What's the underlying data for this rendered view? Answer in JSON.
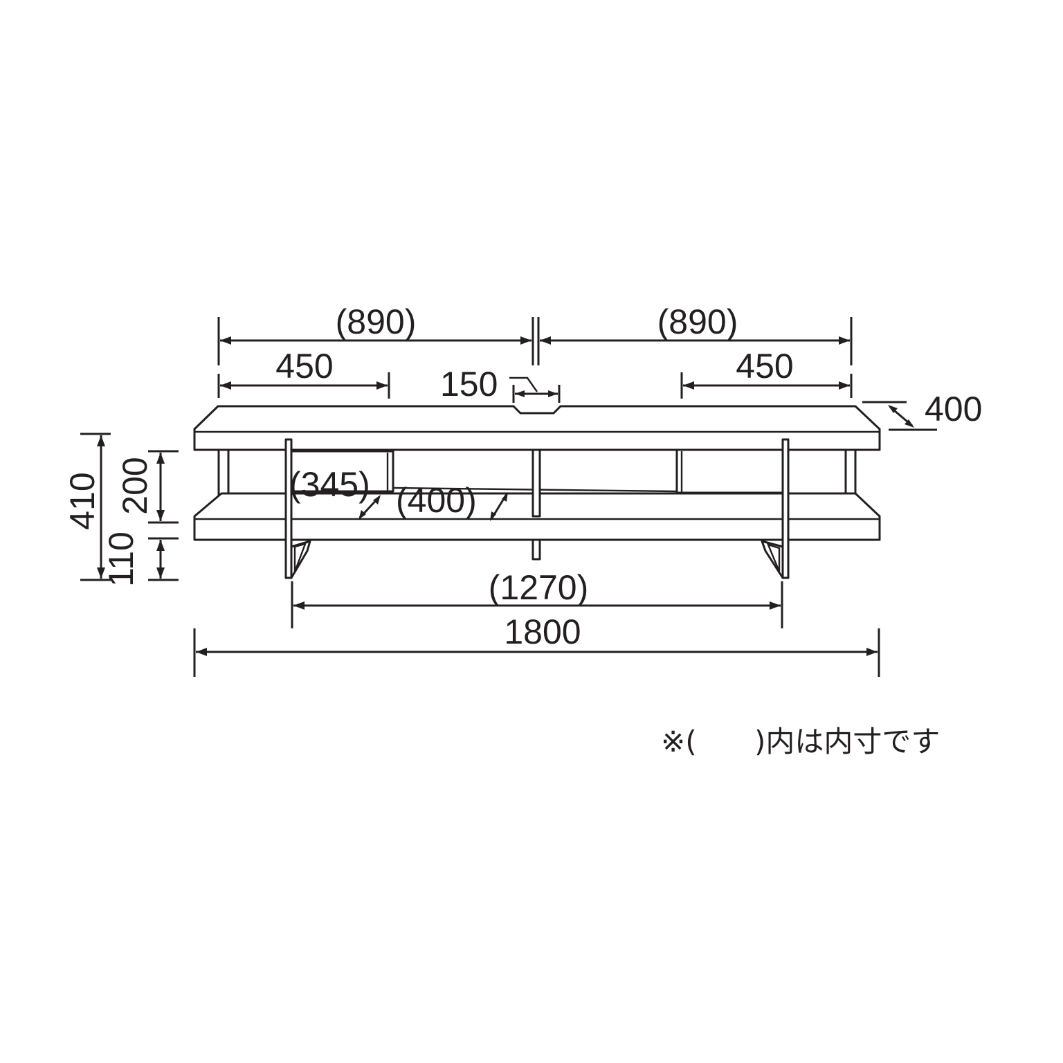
{
  "dimensions": {
    "inner_width_left": "(890)",
    "inner_width_right": "(890)",
    "drawer_width_left": "450",
    "drawer_width_right": "450",
    "cable_hole": "150",
    "depth": "400",
    "total_height": "410",
    "opening_height": "200",
    "base_height": "110",
    "drawer_inner_depth": "(345)",
    "open_inner_depth": "(400)",
    "leg_span": "(1270)",
    "total_width": "1800"
  },
  "note": {
    "prefix": "※(",
    "suffix": ")内は内寸です"
  }
}
